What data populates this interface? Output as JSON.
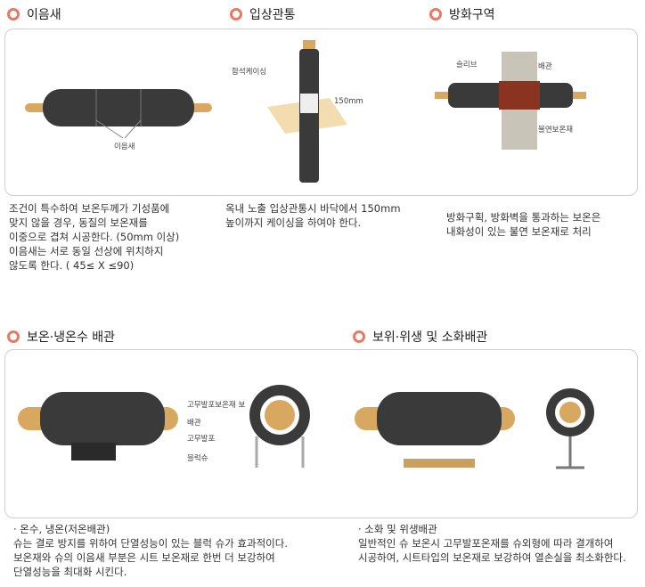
{
  "sections": [
    {
      "title": "이음새",
      "labels": [
        "이음새"
      ],
      "desc": "조건이 특수하여 보온두께가 기성품에\n맞지 않을 경우, 동질의  보온재를\n이중으로 겹쳐 시공한다. (50mm 이상)\n이음새는 서로 동일 선상에 위치하지\n않도록 한다. ( 45≤ X ≤90)"
    },
    {
      "title": "입상관통",
      "labels": [
        "함석케이싱",
        "150mm"
      ],
      "desc": "옥내 노출 입상관통시 바닥에서 150mm\n높이까지 케이싱을 하여야 한다."
    },
    {
      "title": "방화구역",
      "labels": [
        "슬리브",
        "배관",
        "불연보온재"
      ],
      "desc": "방화구획, 방화벽을 통과하는 보온은\n내화성이 있는 불연 보온재로 처리"
    },
    {
      "title": "보온·냉온수 배관",
      "labels": [
        "고무발포보온재 보",
        "배관",
        "고무발포",
        "블럭슈"
      ],
      "desc": "· 온수, 냉온(저온배관)\n슈는 결로 방지를 위하여 단열성능이 있는 블럭 슈가 효과적이다.\n보온재와 슈의 이음새 부분은 시트 보온재로 한번 더 보강하여\n단열성능을 최대화 시킨다."
    },
    {
      "title": "보위·위생 및 소화배관",
      "desc": "· 소화 및 위생배관\n일반적인 슈 보온시 고무발포온재를 슈외형에 따라 결개하여\n시공하여, 시트타입의 보온재로 보강하여 열손실을 최소화한다."
    }
  ],
  "colors": {
    "accent": "#e87a63",
    "pipe": "#3a3a3a",
    "copper": "#d9a860"
  }
}
